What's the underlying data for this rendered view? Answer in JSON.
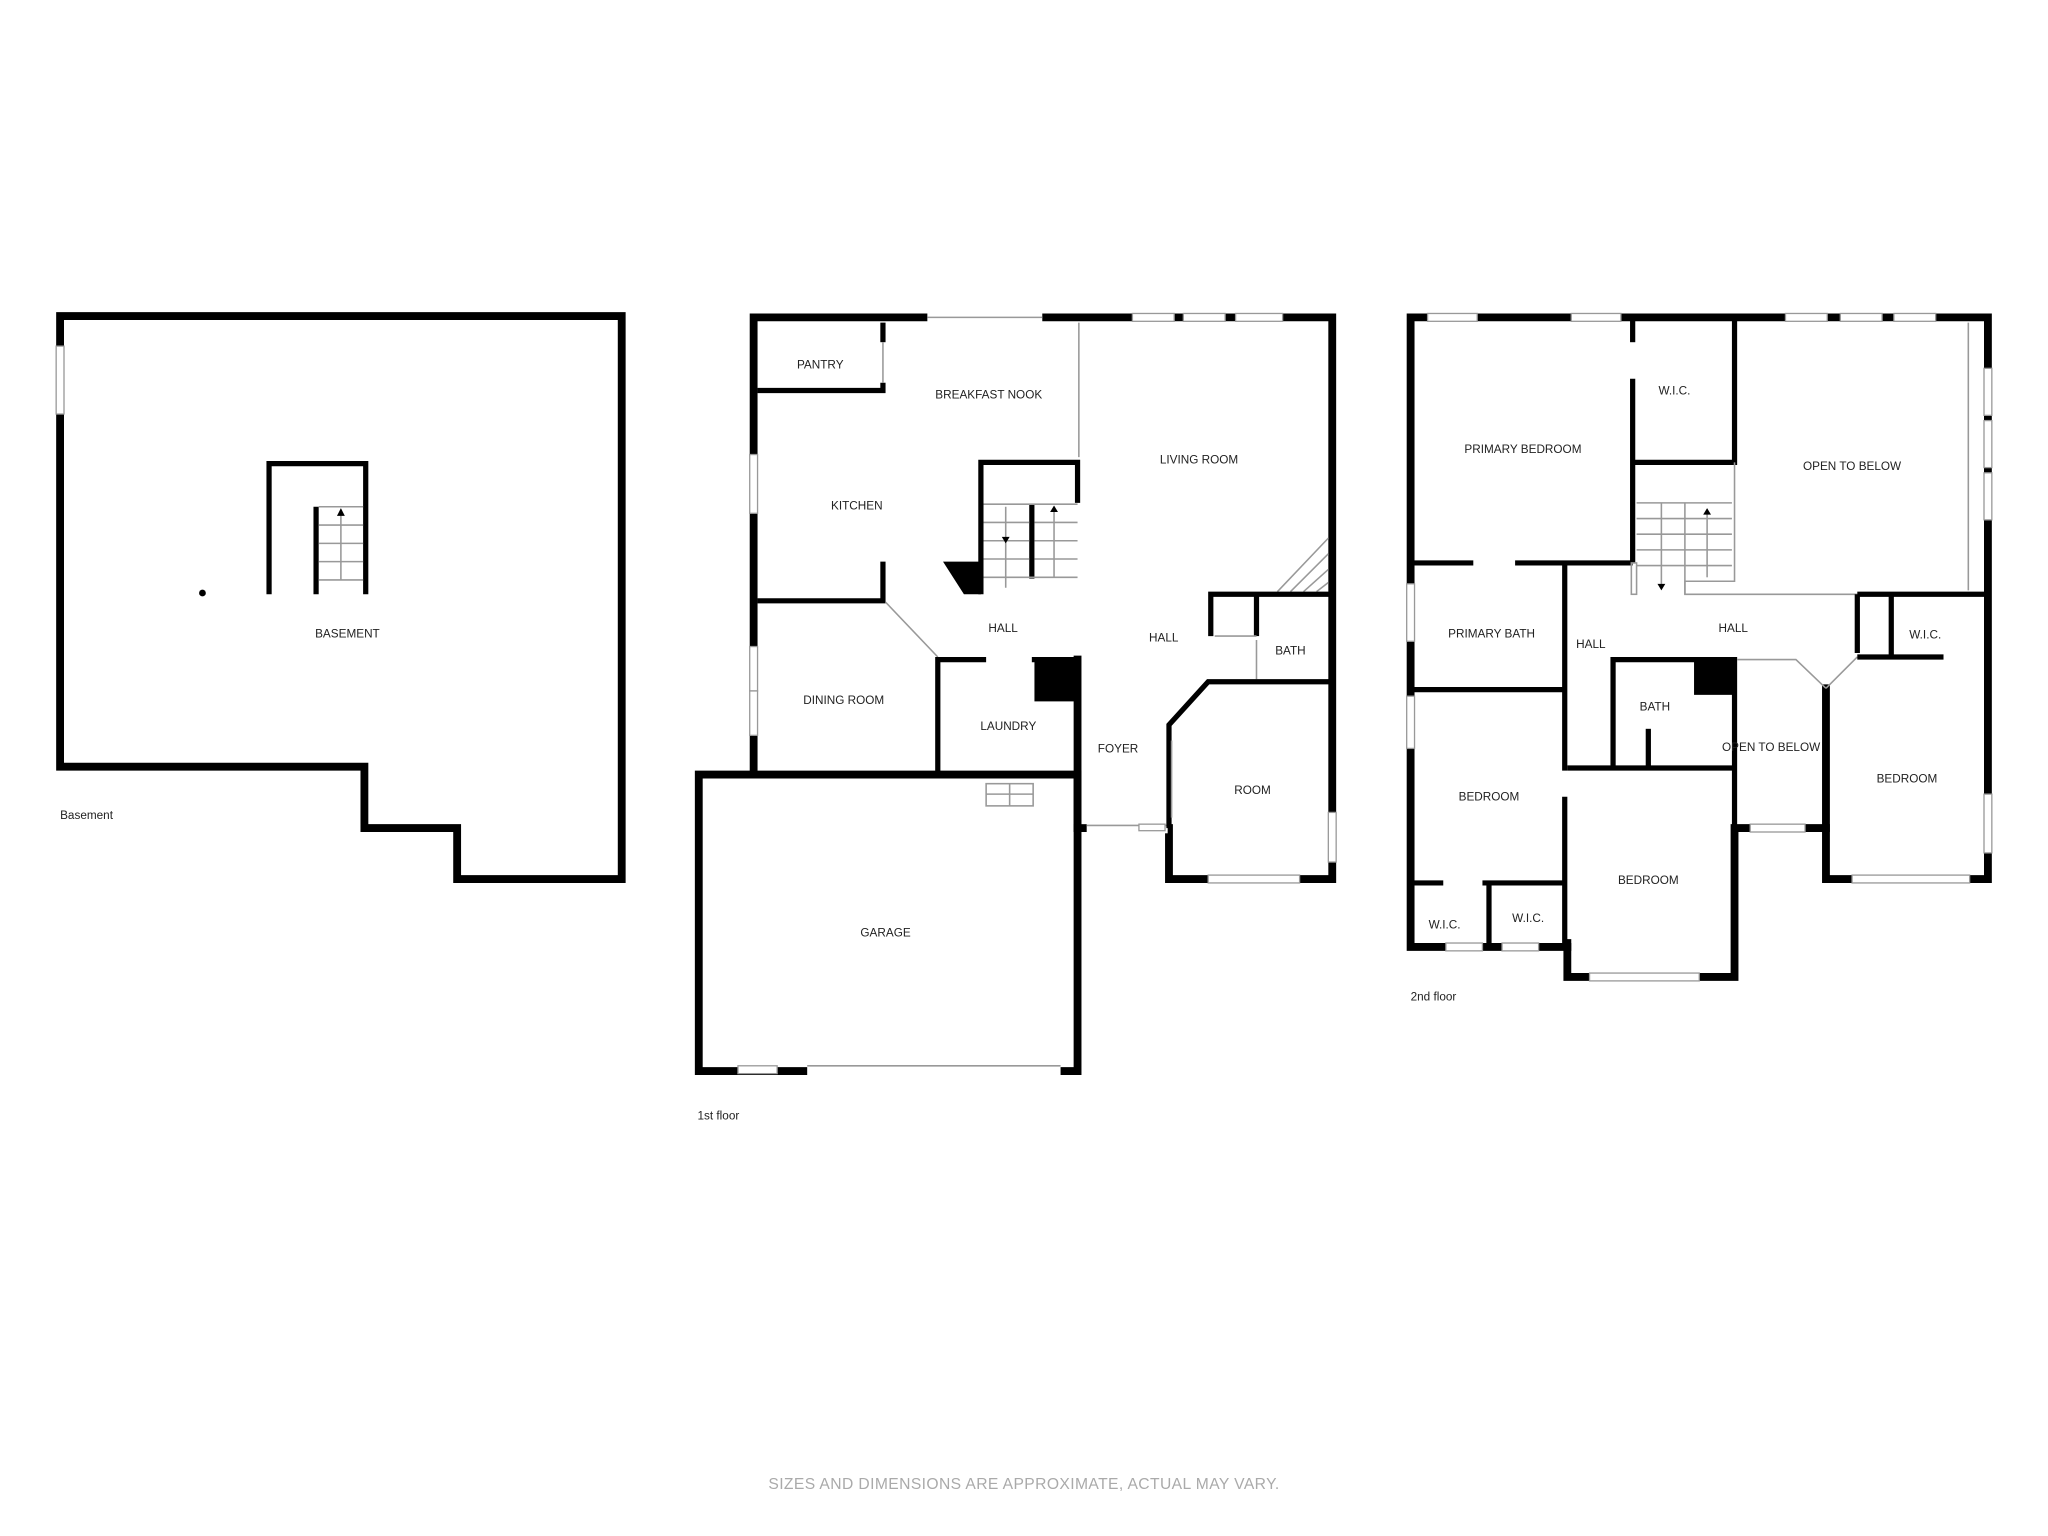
{
  "basement": {
    "floor_label": "Basement",
    "rooms": [
      "BASEMENT"
    ]
  },
  "first_floor": {
    "floor_label": "1st floor",
    "rooms": [
      "PANTRY",
      "BREAKFAST NOOK",
      "KITCHEN",
      "LIVING ROOM",
      "HALL",
      "HALL",
      "BATH",
      "DINING ROOM",
      "LAUNDRY",
      "FOYER",
      "ROOM",
      "GARAGE"
    ]
  },
  "second_floor": {
    "floor_label": "2nd floor",
    "rooms": [
      "PRIMARY BEDROOM",
      "W.I.C.",
      "OPEN TO BELOW",
      "PRIMARY BATH",
      "HALL",
      "HALL",
      "W.I.C.",
      "BATH",
      "OPEN TO BELOW",
      "BEDROOM",
      "BEDROOM",
      "BEDROOM",
      "W.I.C.",
      "W.I.C."
    ]
  },
  "disclaimer": "SIZES AND DIMENSIONS ARE APPROXIMATE, ACTUAL MAY VARY.",
  "colors": {
    "wall": "#000000",
    "background": "#ffffff",
    "disclaimer": "#aaaaaa"
  }
}
